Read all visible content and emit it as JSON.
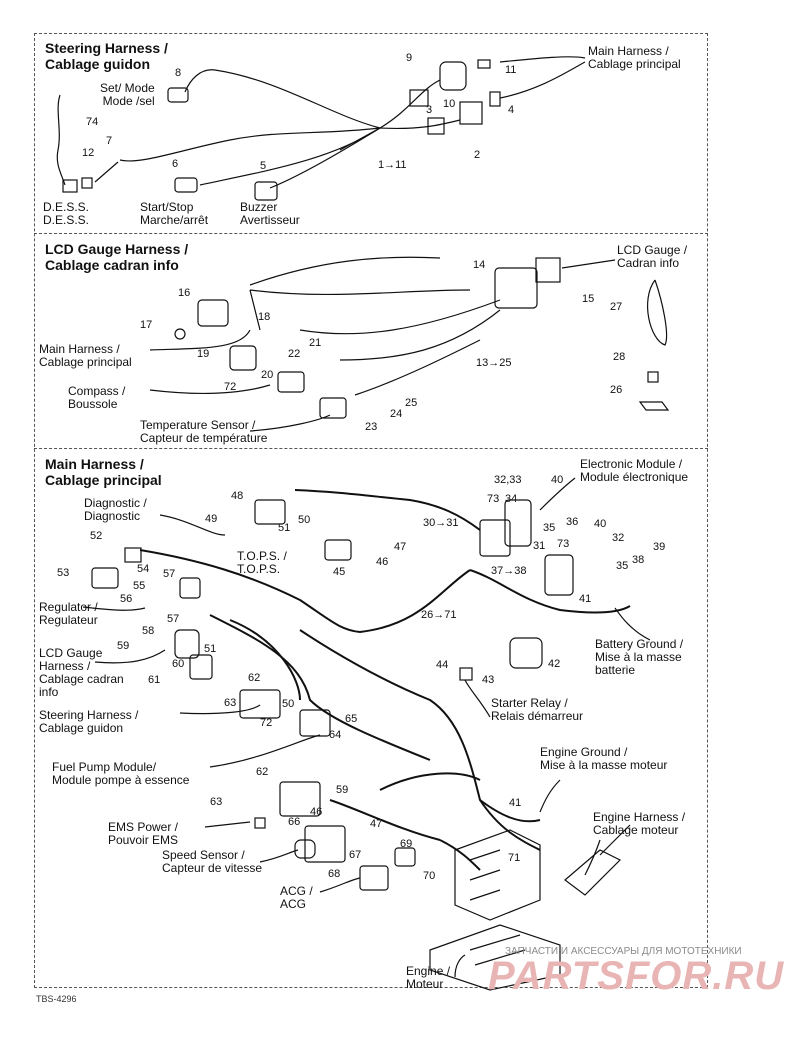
{
  "sections": {
    "steering": {
      "title_en": "Steering Harness /",
      "title_fr": "Cablage guidon"
    },
    "lcd": {
      "title_en": "LCD Gauge Harness /",
      "title_fr": "Cablage cadran info"
    },
    "main": {
      "title_en": "Main Harness /",
      "title_fr": "Cablage principal"
    }
  },
  "steering_labels": {
    "main_harness": [
      "Main Harness /",
      "Cablage principal"
    ],
    "set_mode": [
      "Set/ Mode",
      "Mode /sel"
    ],
    "dess": [
      "D.E.S.S.",
      "D.E.S.S."
    ],
    "start_stop": [
      "Start/Stop",
      "Marche/arrêt"
    ],
    "buzzer": [
      "Buzzer",
      "Avertisseur"
    ]
  },
  "steering_numbers": [
    "9",
    "11",
    "3",
    "10",
    "4",
    "8",
    "74",
    "7",
    "12",
    "2",
    "1→11",
    "6",
    "5"
  ],
  "lcd_labels": {
    "lcd_gauge": [
      "LCD Gauge /",
      "Cadran info"
    ],
    "main_harness": [
      "Main Harness /",
      "Cablage principal"
    ],
    "compass": [
      "Compass /",
      "Boussole"
    ],
    "temp_sensor": [
      "Temperature Sensor /",
      "Capteur de température"
    ]
  },
  "lcd_numbers": [
    "14",
    "15",
    "16",
    "27",
    "17",
    "18",
    "19",
    "21",
    "22",
    "13→25",
    "28",
    "20",
    "72",
    "26",
    "25",
    "24",
    "23"
  ],
  "main_labels": {
    "electronic_module": [
      "Electronic Module /",
      "Module électronique"
    ],
    "diagnostic": [
      "Diagnostic /",
      "Diagnostic"
    ],
    "tops": [
      "T.O.P.S. /",
      "T.O.P.S."
    ],
    "regulator": [
      "Regulator /",
      "Regulateur"
    ],
    "lcd_gauge": [
      "LCD Gauge",
      "Harness /",
      "Cablage cadran",
      "info"
    ],
    "battery_ground": [
      "Battery Ground /",
      "Mise à la masse",
      "batterie"
    ],
    "starter_relay": [
      "Starter Relay /",
      "Relais démarreur"
    ],
    "steering_harness": [
      "Steering Harness /",
      "Cablage guidon"
    ],
    "fuel_pump": [
      "Fuel Pump Module/",
      "Module pompe à essence"
    ],
    "engine_ground": [
      "Engine Ground /",
      "Mise à la masse moteur"
    ],
    "engine_harness": [
      "Engine Harness /",
      "Cablage moteur"
    ],
    "ems_power": [
      "EMS Power /",
      "Pouvoir EMS"
    ],
    "speed_sensor": [
      "Speed Sensor /",
      "Capteur de vitesse"
    ],
    "acg": [
      "ACG /",
      "ACG"
    ],
    "engine": [
      "Engine /",
      "Moteur"
    ]
  },
  "main_numbers": [
    "32,33",
    "40",
    "48",
    "73",
    "34",
    "49",
    "51",
    "50",
    "30→31",
    "35",
    "36",
    "52",
    "31",
    "40",
    "54",
    "47",
    "32",
    "39",
    "46",
    "73",
    "53",
    "57",
    "45",
    "37→38",
    "35",
    "38",
    "55",
    "56",
    "41",
    "26→71",
    "57",
    "58",
    "59",
    "51",
    "60",
    "42",
    "44",
    "61",
    "62",
    "43",
    "50",
    "63",
    "65",
    "72",
    "64",
    "62",
    "59",
    "41",
    "63",
    "46",
    "66",
    "47",
    "69",
    "67",
    "71",
    "70",
    "68"
  ],
  "watermark": {
    "line1": "ЗАПЧАСТИ И АКСЕССУАРЫ ДЛЯ МОТОТЕХНИКИ",
    "line2": "PARTSFOR.RU"
  },
  "figure_code": "TBS-4296"
}
